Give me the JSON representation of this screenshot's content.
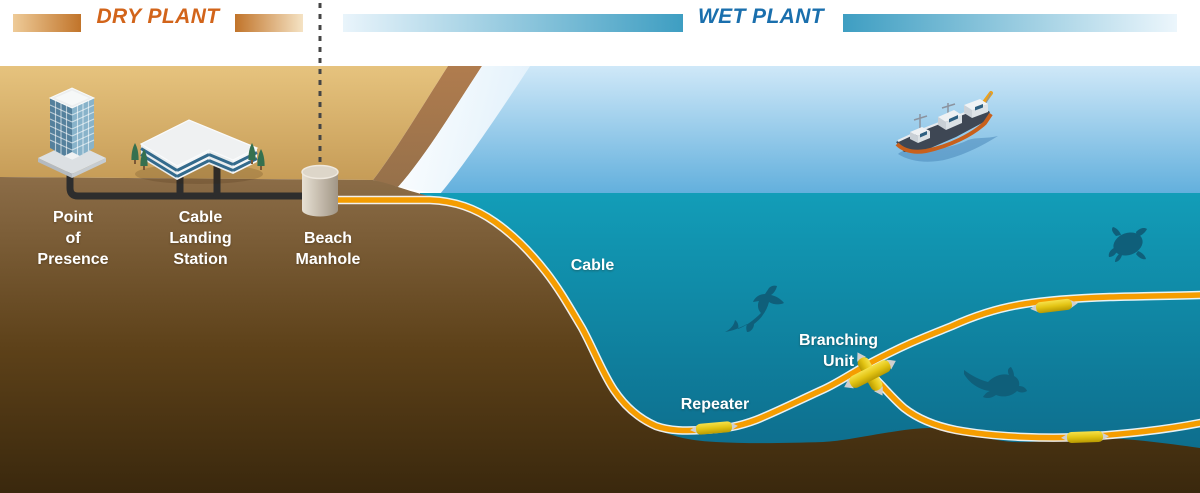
{
  "header": {
    "dry": {
      "label": "DRY PLANT",
      "color": "#d2641a"
    },
    "wet": {
      "label": "WET PLANT",
      "color": "#1a6fad"
    }
  },
  "diagram": {
    "dry_plant": {
      "point_of_presence": "Point\nof\nPresence",
      "cable_landing_station": "Cable\nLanding\nStation",
      "beach_manhole": "Beach\nManhole"
    },
    "wet_plant": {
      "cable": "Cable",
      "repeater": "Repeater",
      "branching_unit": "Branching\nUnit"
    }
  },
  "icons": {
    "ship": "cable-laying-ship",
    "shark": "hammerhead-shark",
    "turtle": "sea-turtle",
    "fish": "fish",
    "building_tower": "office-tower",
    "building_station": "landing-station-building",
    "manhole": "beach-manhole-cylinder",
    "repeater": "yellow-repeater-capsule",
    "branching_unit": "yellow-branching-capsules"
  },
  "colors": {
    "cable_orange": "#f59d00",
    "cable_outline": "#ffffff",
    "land_cable_black": "#2d2d2d",
    "equipment_yellow": "#e3c414",
    "dry_accent": "#c1742a",
    "wet_accent": "#3e9ec2",
    "land_tan_top": "#e2bd78",
    "land_tan_bottom": "#c69c57",
    "wet_sand": "#a3734a",
    "foam_white": "#ffffff",
    "surface_blue_top": "#cfe8f8",
    "surface_blue_bottom": "#63b0dd",
    "sea_teal_top": "#129db8",
    "sea_teal_bottom": "#0d6a8a",
    "earth_top": "#8d6e49",
    "earth_bottom": "#3a280d",
    "silhouette_teal": "#0f5f7a",
    "label_white": "#ffffff"
  }
}
